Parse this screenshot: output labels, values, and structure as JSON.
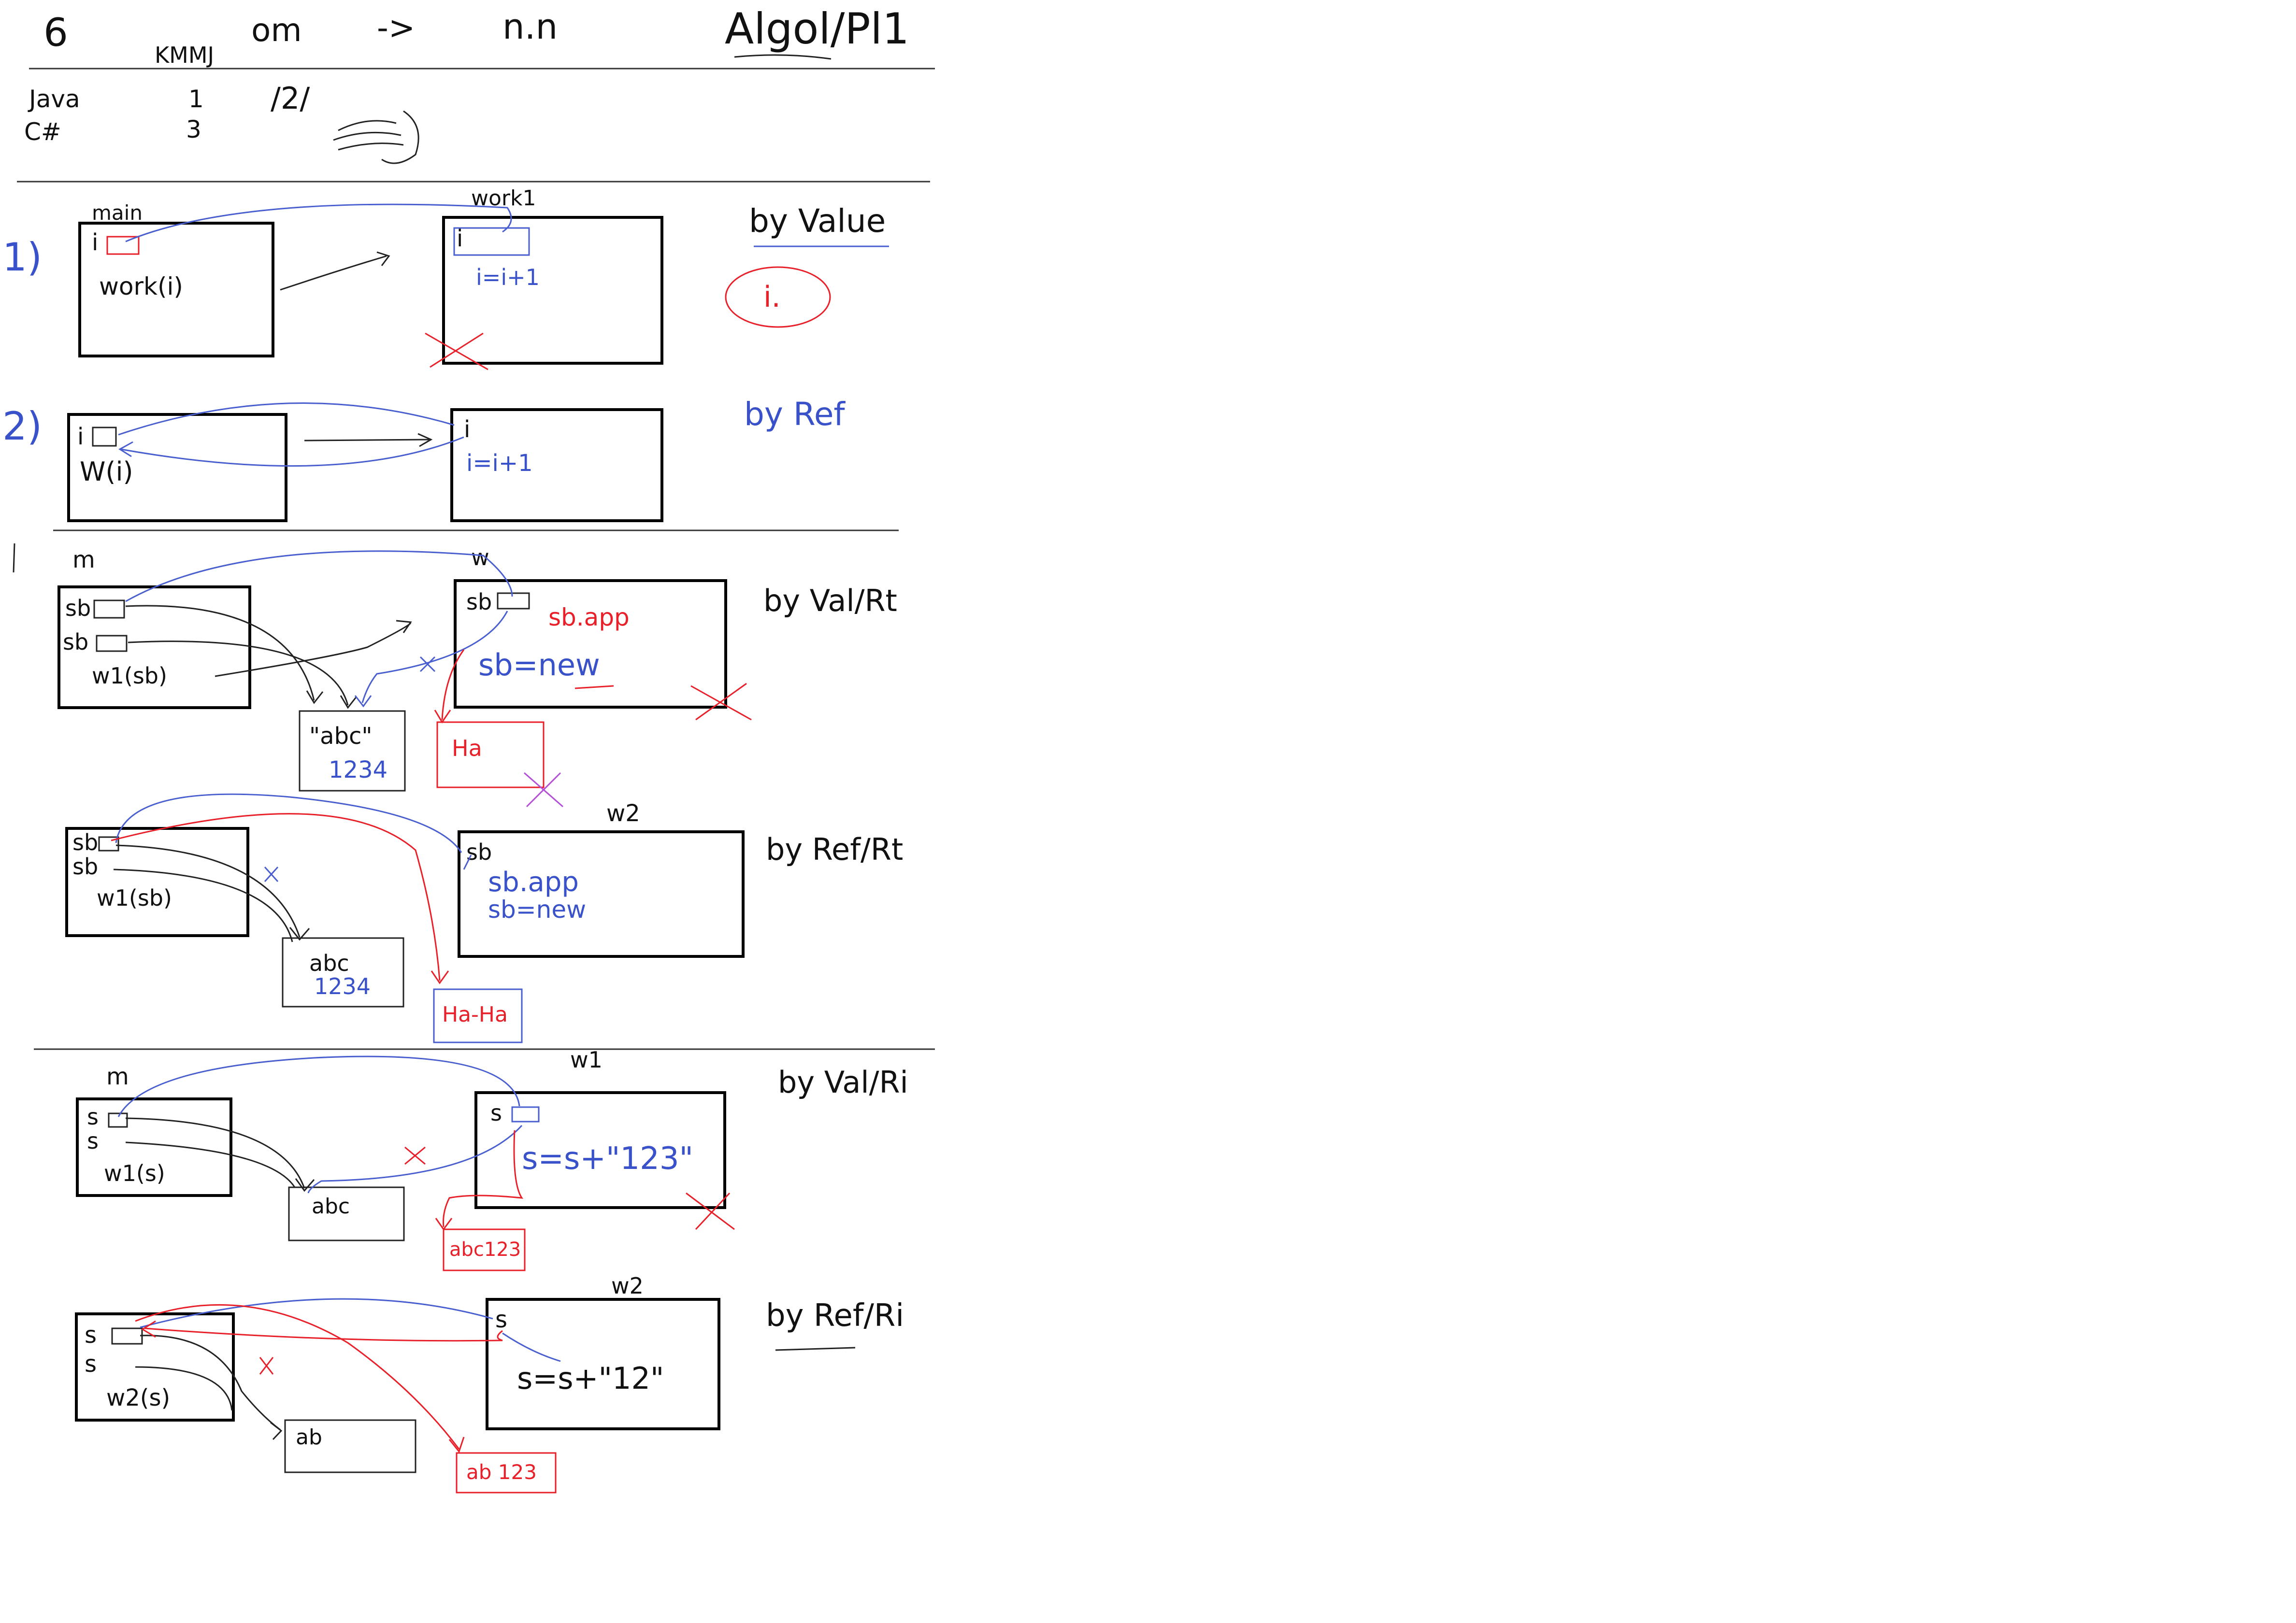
{
  "header": {
    "left": "6",
    "mid1": "KMMJ",
    "mid2": "om",
    "arrow": "->",
    "mid3": "n.n",
    "right": "Algol/Pl1"
  },
  "languages": {
    "java": "Java",
    "java_num": "1",
    "csharp": "C#",
    "csharp_num": "3",
    "slash": "/2/"
  },
  "section1": {
    "num": "1)",
    "main_title": "main",
    "main_var": "i",
    "main_call": "work(i)",
    "work_title": "work1",
    "work_var": "i",
    "work_stmt": "i=i+1",
    "label": "by Value",
    "circled": "i."
  },
  "section2": {
    "num": "2)",
    "main_var": "i",
    "main_call": "W(i)",
    "work_var": "i",
    "work_stmt": "i=i+1",
    "label": "by Ref"
  },
  "section3": {
    "main_title": "m",
    "var1": "sb",
    "var2": "sb",
    "call": "w1(sb)",
    "work_title": "w",
    "work_var": "sb",
    "work_stmt1": "sb.app",
    "work_stmt2": "sb=new",
    "heap1_a": "\"abc\"",
    "heap1_b": "1234",
    "heap2": "Ha",
    "label": "by Val/Rt"
  },
  "section4": {
    "var1": "sb",
    "var2": "sb",
    "call": "w1(sb)",
    "work_title": "w2",
    "work_var": "sb",
    "work_stmt1": "sb.app",
    "work_stmt2": "sb=new",
    "heap1_a": "abc",
    "heap1_b": "1234",
    "heap2": "Ha-Ha",
    "label": "by Ref/Rt"
  },
  "section5": {
    "main_title": "m",
    "var1": "s",
    "var2": "s",
    "call": "w1(s)",
    "work_title": "w1",
    "work_var": "s",
    "work_stmt": "s=s+\"123\"",
    "heap1": "abc",
    "heap2": "abc123",
    "label": "by Val/Ri"
  },
  "section6": {
    "var1": "s",
    "var2": "s",
    "call": "w2(s)",
    "work_title": "w2",
    "work_var": "s",
    "work_stmt": "s=s+\"12\"",
    "heap1": "ab",
    "heap2": "ab 123",
    "label": "by Ref/Ri"
  }
}
